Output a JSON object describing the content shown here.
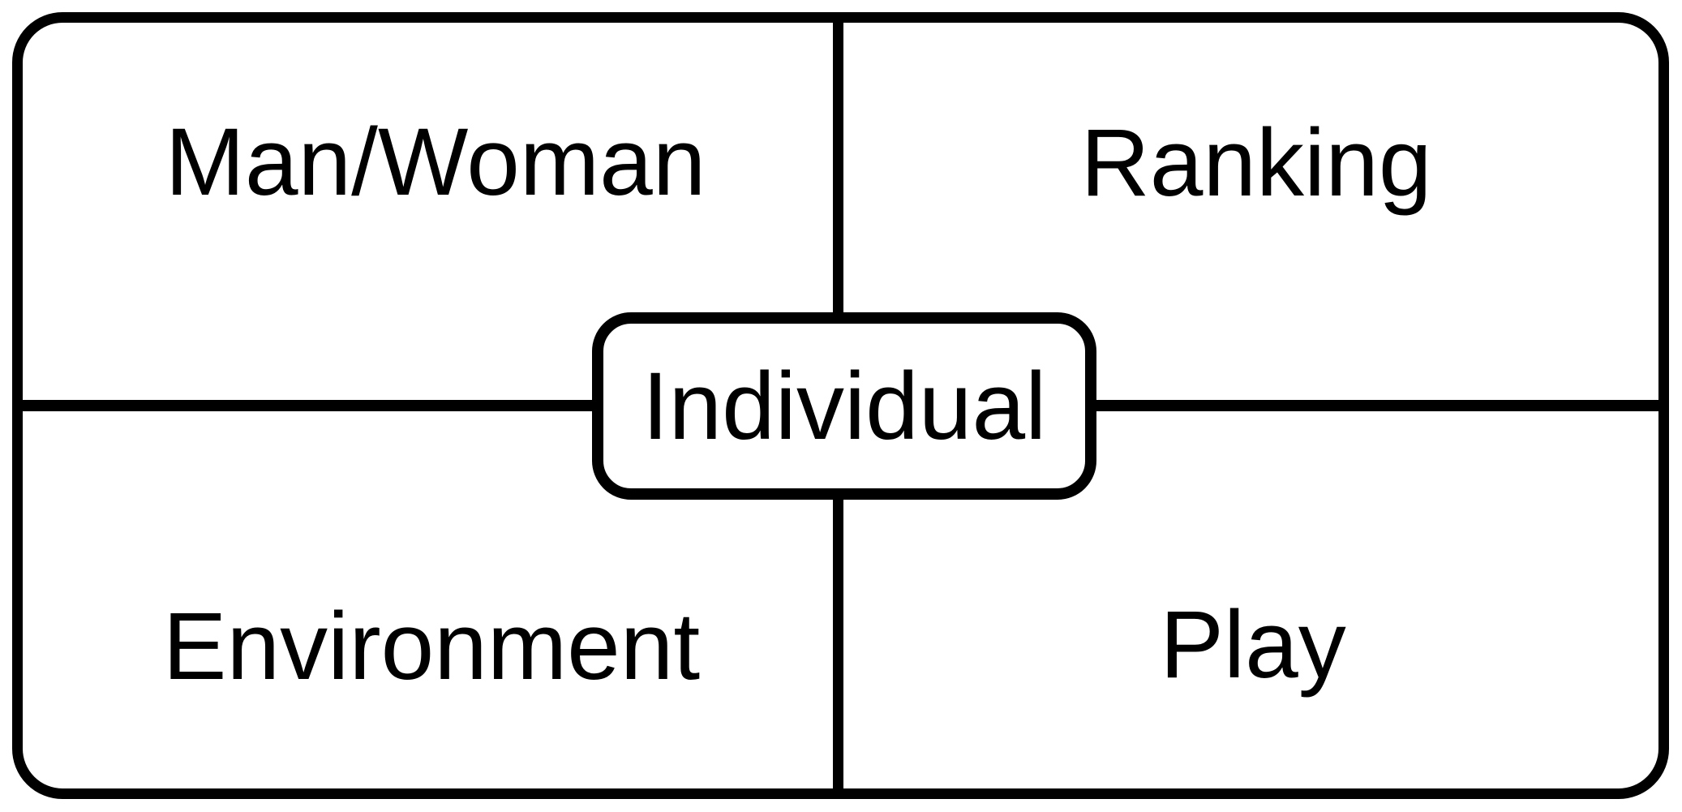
{
  "diagram": {
    "type": "quadrant-diagram",
    "quadrants": [
      {
        "position": "top-left",
        "label": "Man/Woman"
      },
      {
        "position": "top-right",
        "label": "Ranking"
      },
      {
        "position": "bottom-left",
        "label": "Environment"
      },
      {
        "position": "bottom-right",
        "label": "Play"
      }
    ],
    "center": {
      "label": "Individual"
    },
    "colors": {
      "ink": "#000000",
      "background": "#ffffff"
    }
  }
}
